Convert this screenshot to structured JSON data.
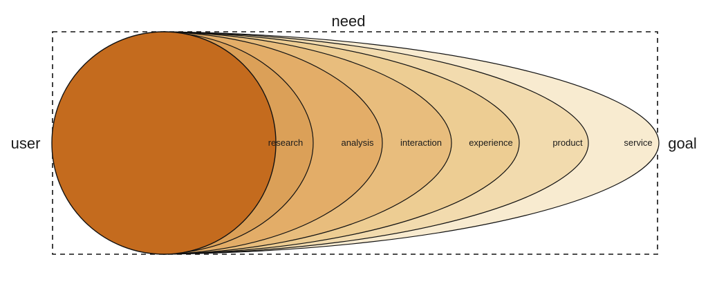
{
  "diagram": {
    "top_label": "need",
    "left_label": "user",
    "right_label": "goal",
    "layers": [
      {
        "label": "service",
        "color": "#F8EBD0"
      },
      {
        "label": "product",
        "color": "#F2DBAE"
      },
      {
        "label": "experience",
        "color": "#EDCD93"
      },
      {
        "label": "interaction",
        "color": "#E8BD7D"
      },
      {
        "label": "analysis",
        "color": "#E3AD68"
      },
      {
        "label": "research",
        "color": "#DBA058"
      }
    ],
    "core_color": "#C46B1E"
  }
}
